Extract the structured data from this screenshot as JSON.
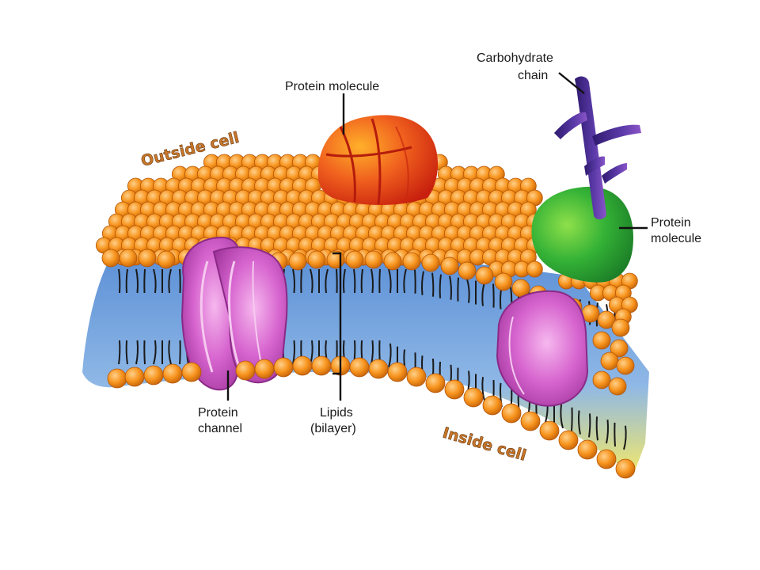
{
  "diagram": {
    "labels": {
      "protein_molecule_top": "Protein molecule",
      "carbohydrate_line1": "Carbohydrate",
      "carbohydrate_line2": "chain",
      "protein_molecule_right_line1": "Protein",
      "protein_molecule_right_line2": "molecule",
      "protein_channel_line1": "Protein",
      "protein_channel_line2": "channel",
      "lipids_line1": "Lipids",
      "lipids_line2": "(bilayer)",
      "outside_cell": "Outside cell",
      "inside_cell": "Inside cell"
    },
    "colors": {
      "lipid_head": "#f7941d",
      "lipid_head_dark": "#c4620a",
      "bilayer_top": "#5b8fd6",
      "bilayer_bottom": "#f2e86a",
      "protein_red": "#e8401a",
      "protein_green": "#2fae2f",
      "channel_magenta": "#c04bb8",
      "carbohydrate_purple": "#4b2a8c",
      "region_text": "#c8762a"
    }
  }
}
